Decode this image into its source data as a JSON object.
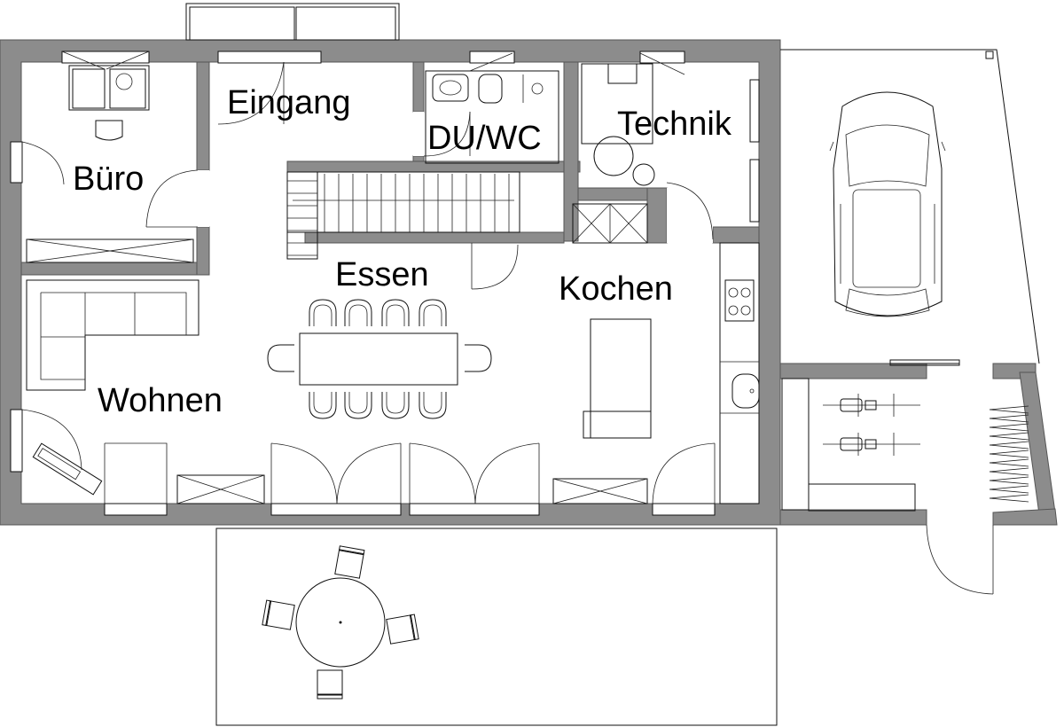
{
  "rooms": {
    "buero": "Büro",
    "eingang": "Eingang",
    "du_wc": "DU/WC",
    "technik": "Technik",
    "essen": "Essen",
    "kochen": "Kochen",
    "wohnen": "Wohnen"
  },
  "colors": {
    "wall": "#8c8c8c",
    "line": "#111111",
    "background": "#ffffff"
  }
}
